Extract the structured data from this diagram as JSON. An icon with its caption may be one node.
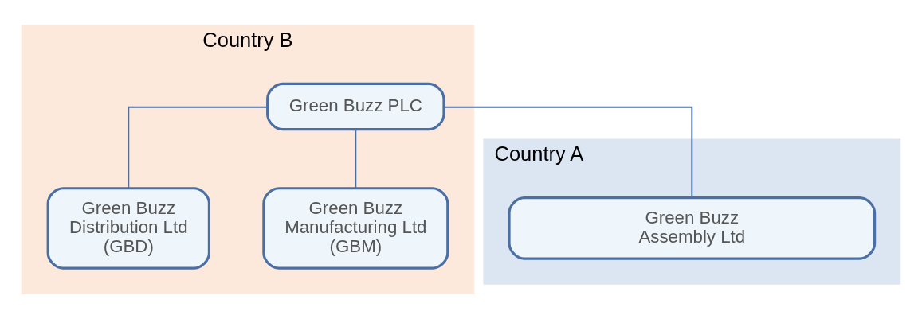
{
  "diagram": {
    "nodes": [
      {
        "text": [
          "Country A"
        ]
      },
      {
        "text": [
          "Country B"
        ]
      },
      {
        "text": [
          "Green Buzz PLC"
        ],
        "in": 1
      },
      {
        "text": [
          "Green Buzz Assembly Ltd"
        ],
        "in": 0
      },
      {
        "text": [
          "Green Buzz Distribution Ltd (GBD)"
        ],
        "in": 1
      },
      {
        "text": [
          "Green Buzz Manufacturing Ltd (GBM)"
        ],
        "in": 1
      }
    ],
    "edges": [
      {
        "from": 2,
        "to": 3,
        "arrow": "none"
      },
      {
        "from": 2,
        "to": 4,
        "arrow": "none"
      },
      {
        "from": 2,
        "to": 5,
        "arrow": "none"
      }
    ]
  }
}
